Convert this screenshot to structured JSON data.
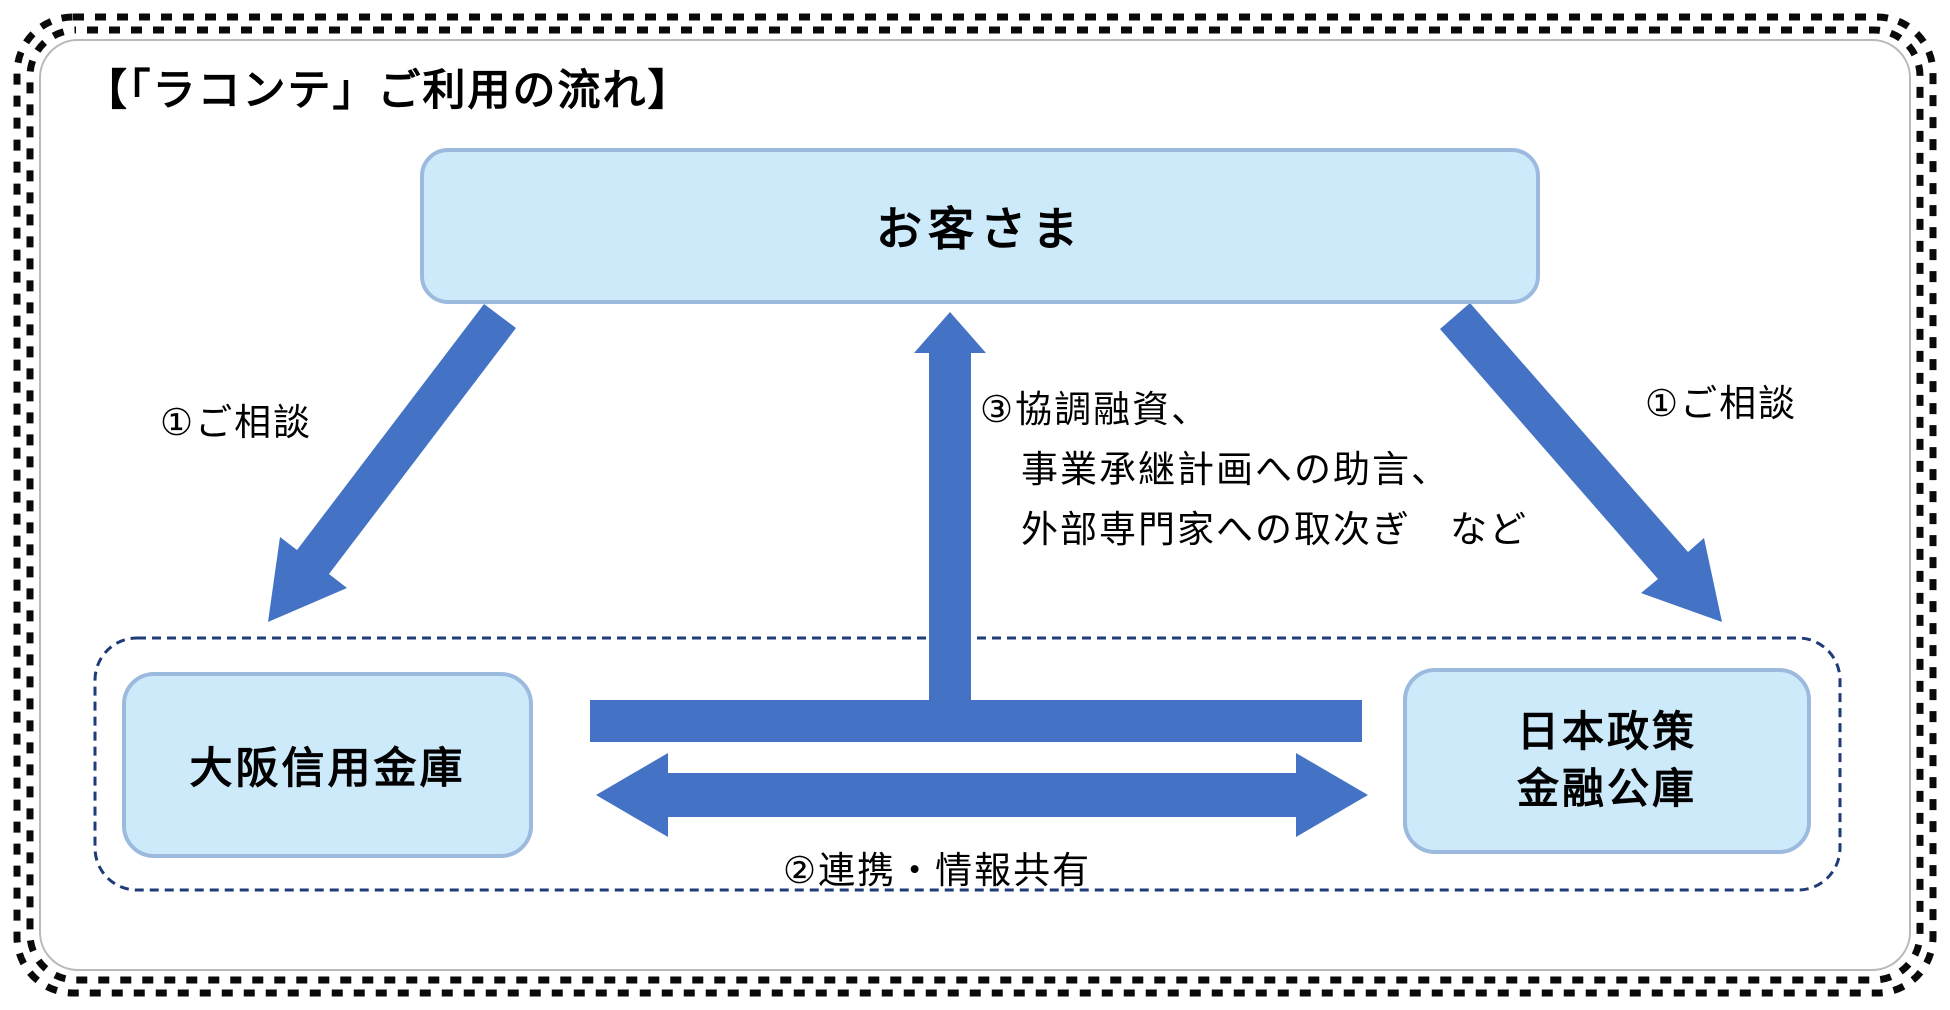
{
  "title": "【「ラコンテ」ご利用の流れ】",
  "nodes": {
    "customer": {
      "label": "お客さま"
    },
    "bank_left": {
      "label": "大阪信用金庫"
    },
    "bank_right": {
      "label_line1": "日本政策",
      "label_line2": "金融公庫"
    }
  },
  "labels": {
    "consult_left": "①ご相談",
    "consult_right": "①ご相談",
    "support_line1": "③協調融資、",
    "support_line2": "事業承継計画への助言、",
    "support_line3": "外部専門家への取次ぎ　など",
    "cooperation": "②連携・情報共有"
  },
  "colors": {
    "arrow_blue": "#4472c4",
    "node_fill": "#cdeafb",
    "node_border": "#9cbade",
    "dashed_group_border": "#1f3b78",
    "frame_black": "#0a0a0a",
    "text": "#000000"
  }
}
